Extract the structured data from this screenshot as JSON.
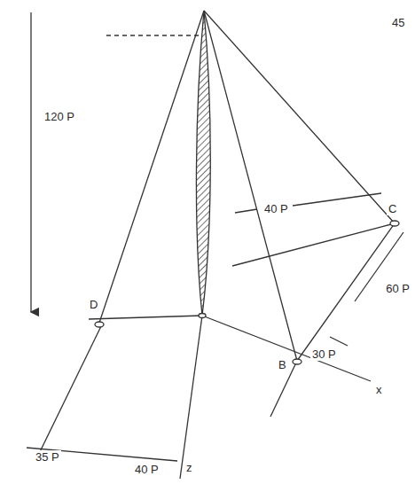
{
  "diagram": {
    "labels": [
      "45",
      "120 P",
      "D",
      "40 P",
      "C",
      "60 P",
      "x",
      "30 P",
      "B",
      "35 P",
      "40 P",
      "z"
    ]
  }
}
